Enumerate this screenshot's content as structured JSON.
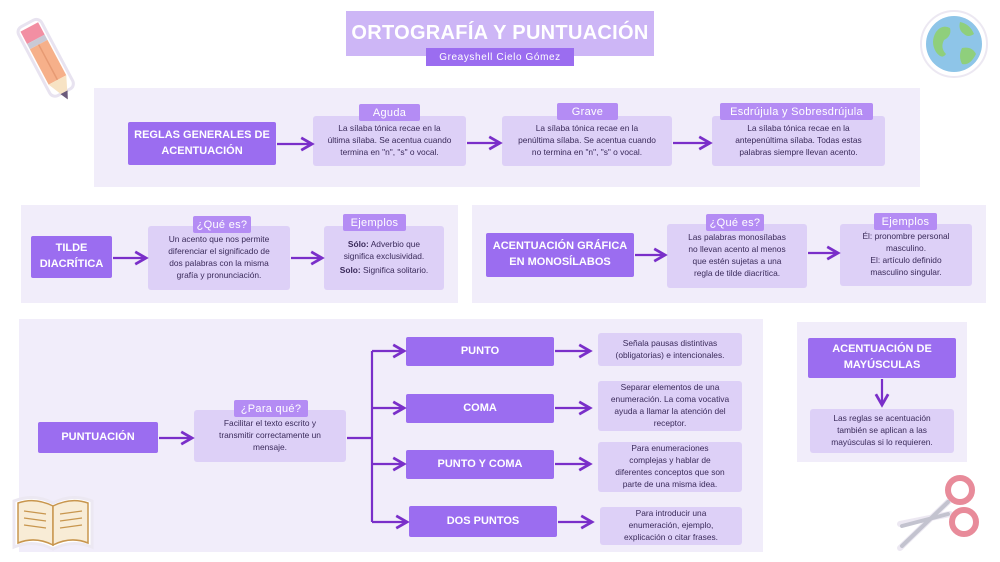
{
  "header": {
    "title": "ORTOGRAFÍA Y PUNTUACIÓN",
    "author": "Greayshell Cielo Gómez"
  },
  "acentuacion": {
    "main": "REGLAS GENERALES DE\nACENTUACIÓN",
    "aguda": {
      "tag": "Aguda",
      "text": "La sílaba tónica recae en la\núltima sílaba. Se acentua cuando\ntermina en \"n\", \"s\" o vocal."
    },
    "grave": {
      "tag": "Grave",
      "text": "La sílaba tónica recae en la\npenúltima sílaba. Se acentua cuando\nno termina en \"n\", \"s\" o vocal."
    },
    "esdrujula": {
      "tag": "Esdrújula y Sobresdrújula",
      "text": "La sílaba tónica recae en la\nantepenúltima sílaba. Todas estas\npalabras siempre llevan acento."
    }
  },
  "tilde": {
    "main": "TILDE\nDIACRÍTICA",
    "que_tag": "¿Qué es?",
    "que_text": "Un acento que nos permite\ndiferenciar el significado de\ndos palabras con la misma\ngrafía y pronunciación.",
    "ej_tag": "Ejemplos",
    "ej1_bold": "Sólo:",
    "ej1_rest": " Adverbio que\nsignifica exclusividad.",
    "ej2_bold": "Solo:",
    "ej2_rest": " Significa solitario."
  },
  "monosilabos": {
    "main": "ACENTUACIÓN GRÁFICA\nEN MONOSÍLABOS",
    "que_tag": "¿Qué es?",
    "que_text": "Las palabras monosílabas\nno llevan acento al menos\nque estén sujetas a una\nregla de tilde diacrítica.",
    "ej_tag": "Ejemplos",
    "ej_text": "Él: pronombre personal\nmasculino.\nEl: artículo definido\nmasculino singular."
  },
  "puntuacion": {
    "main": "PUNTUACIÓN",
    "para_tag": "¿Para qué?",
    "para_text": "Facilitar el texto escrito y\ntransmitir correctamente un\nmensaje.",
    "items": [
      {
        "label": "PUNTO",
        "text": "Señala pausas distintivas\n(obligatorias) e intencionales."
      },
      {
        "label": "COMA",
        "text": "Separar elementos de una\nenumeración. La coma vocativa\nayuda a llamar la atención del\nreceptor."
      },
      {
        "label": "PUNTO Y COMA",
        "text": "Para enumeraciones\ncomplejas y hablar de\ndiferentes conceptos que son\nparte de una misma idea."
      },
      {
        "label": "DOS PUNTOS",
        "text": "Para introducir una\nenumeración, ejemplo,\nexplicación o citar frases."
      }
    ]
  },
  "mayusculas": {
    "main": "ACENTUACIÓN DE\nMAYÚSCULAS",
    "text": "Las reglas se acentuación\ntambién se aplican a las\nmayúsculas si lo requieren."
  },
  "decorations": {
    "top_left": "pencil-sticker",
    "top_right": "globe-sticker",
    "bottom_left": "book-sticker",
    "bottom_right": "scissors-sticker"
  },
  "colors": {
    "dark_box": "#9b6df0",
    "light_box": "#ddd0f7",
    "tag": "#b48cf4",
    "panel": "#f1edfa",
    "arrow": "#7a2fc9"
  }
}
